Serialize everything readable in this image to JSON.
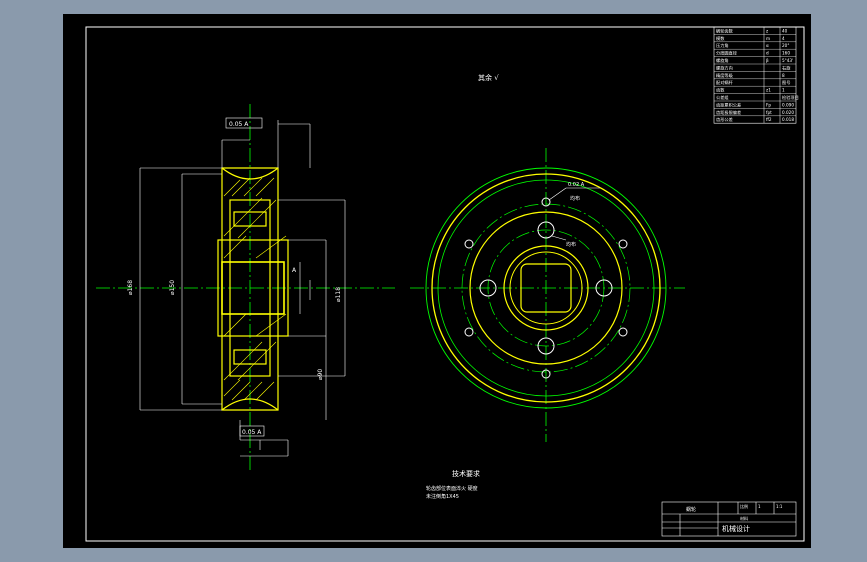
{
  "colors": {
    "app_background": "#8a9aac",
    "sheet": "#000000",
    "border": "#ffffff",
    "outline": "#ffff00",
    "center_line": "#00ff00",
    "dimension": "#ffffff",
    "hatch": "#ffff00"
  },
  "notes": {
    "surface_finish": "其余 √",
    "tech_requirements_title": "技术要求",
    "tech_requirements_line1": "轮齿部位表面淬火 硬度",
    "tech_requirements_line2": "未注倒角1X45"
  },
  "views": {
    "section_labels": {
      "top_box": "0.05 A",
      "bottom_box": "0.05 A",
      "side_label": "A",
      "right_callout_1": "0.02 A",
      "right_callout_2": "均布",
      "right_callout_3": "均布"
    }
  },
  "parameter_table": {
    "rows": [
      {
        "name": "蜗轮齿数",
        "sym": "z",
        "val": "40"
      },
      {
        "name": "模数",
        "sym": "m",
        "val": "4"
      },
      {
        "name": "压力角",
        "sym": "α",
        "val": "20°"
      },
      {
        "name": "分度圆直径",
        "sym": "d",
        "val": "160"
      },
      {
        "name": "螺旋角",
        "sym": "β",
        "val": "5°43'"
      },
      {
        "name": "螺旋方向",
        "sym": "",
        "val": "右旋"
      },
      {
        "name": "精度等级",
        "sym": "",
        "val": "8"
      },
      {
        "name": "配对蜗杆",
        "sym": "",
        "val": "图号"
      },
      {
        "name": "齿数",
        "sym": "z1",
        "val": "1"
      },
      {
        "name": "公差组",
        "sym": "",
        "val": "检验项目"
      },
      {
        "name": "齿距累积公差",
        "sym": "Fp",
        "val": "0.090"
      },
      {
        "name": "齿距极限偏差",
        "sym": "fpt",
        "val": "0.020"
      },
      {
        "name": "齿形公差",
        "sym": "ff2",
        "val": "0.018"
      }
    ]
  },
  "title_block": {
    "part_name": "蜗轮",
    "scale_label": "比例",
    "material_label": "材料",
    "drawing_title": "机械设计",
    "count": "1",
    "scale": "1:1"
  }
}
